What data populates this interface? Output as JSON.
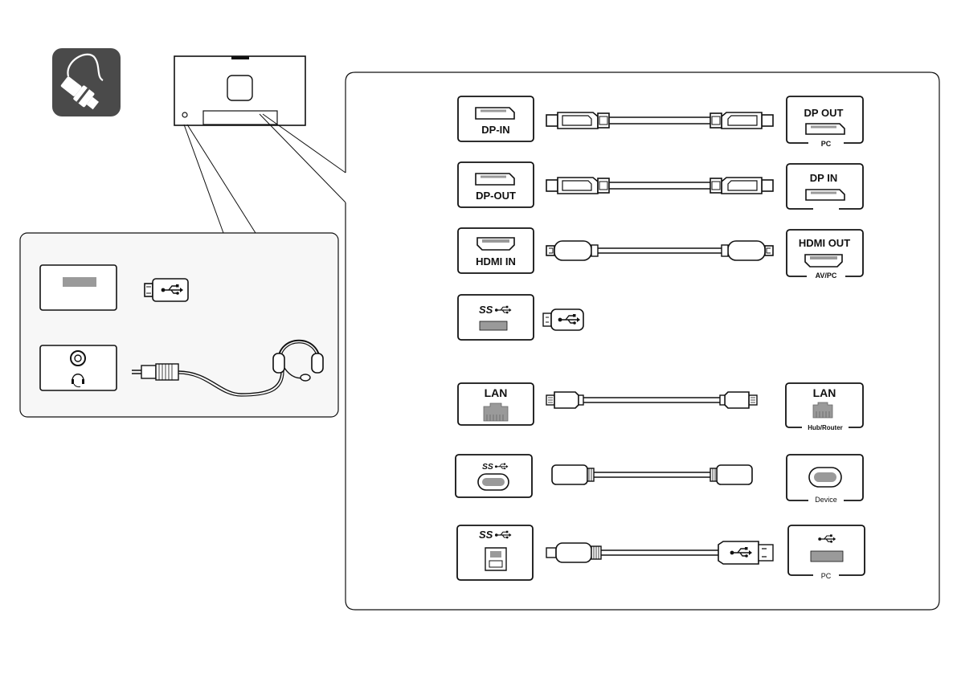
{
  "colors": {
    "ink": "#111111",
    "icon_bg": "#4a4a4a",
    "port_grey": "#9a9a9a",
    "panel_bg": "#ffffff",
    "left_panel_bg": "#f7f7f7"
  },
  "icon": {
    "name": "cable-connection-icon"
  },
  "left_panel": {
    "rows": [
      {
        "port_icon": "usb-a-port-icon",
        "cable_icon": "usb-plug-icon"
      },
      {
        "port_icon": "headphone-jack-icon",
        "cable_icon": "headset-icon"
      }
    ]
  },
  "right_panel": {
    "rows": [
      {
        "port_label": "DP-IN",
        "cable": "displayport-cable-icon",
        "dev_label": "DP OUT",
        "dev_sub": "PC"
      },
      {
        "port_label": "DP-OUT",
        "cable": "displayport-cable-icon",
        "dev_label": "DP IN",
        "dev_sub": ""
      },
      {
        "port_label": "HDMI IN",
        "cable": "hdmi-cable-icon",
        "dev_label": "HDMI OUT",
        "dev_sub": "AV/PC"
      },
      {
        "port_label": "SS",
        "cable": "usb-plug-icon",
        "dev_label": "",
        "dev_sub": ""
      },
      {
        "port_label": "LAN",
        "cable": "lan-cable-icon",
        "dev_label": "LAN",
        "dev_sub": "Hub/Router"
      },
      {
        "port_label": "SS",
        "cable": "usb-c-cable-icon",
        "dev_label": "",
        "dev_sub": "Device"
      },
      {
        "port_label": "SS",
        "cable": "usb-b-to-a-cable-icon",
        "dev_label": "",
        "dev_sub": "PC"
      }
    ]
  }
}
